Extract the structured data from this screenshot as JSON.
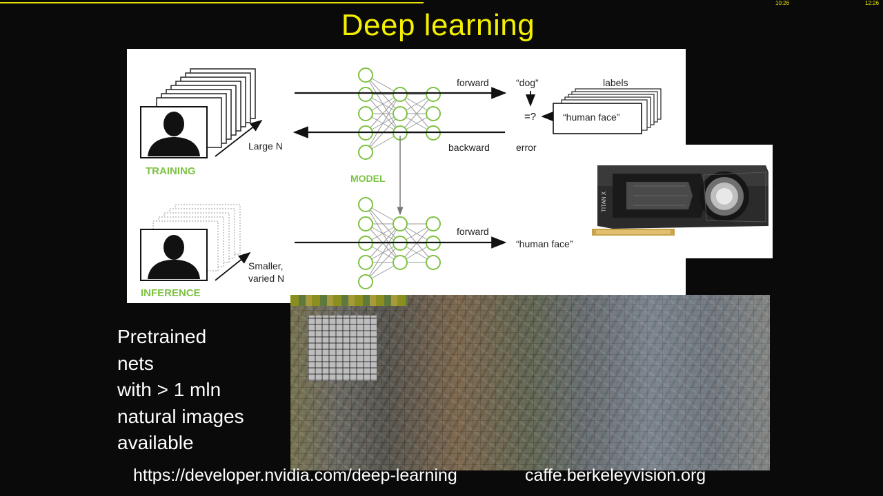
{
  "player": {
    "progress_fraction": 0.48,
    "time_elapsed": "10:26",
    "time_total": "12:26",
    "accent_color": "#e8e400"
  },
  "slide": {
    "title": "Deep learning",
    "title_color": "#f4f000",
    "text_lines": [
      "Pretrained",
      "nets",
      "with > 1 mln",
      "natural images",
      "available"
    ],
    "url_left": "https://developer.nvidia.com/deep-learning",
    "url_right": "caffe.berkeleyvision.org"
  },
  "diagram": {
    "training_label": "TRAINING",
    "inference_label": "INFERENCE",
    "model_label": "MODEL",
    "large_n": "Large N",
    "smaller_n_line1": "Smaller,",
    "smaller_n_line2": "varied N",
    "forward_label": "forward",
    "backward_label": "backward",
    "forward_label_2": "forward",
    "dog_label": "“dog”",
    "labels_label": "labels",
    "human_face_label": "“human face”",
    "compare_symbol": "=?",
    "error_label": "error",
    "human_face_output": "“human face”",
    "accent_green": "#7dc242"
  },
  "gpu": {
    "brand_text": "TITAN X"
  }
}
